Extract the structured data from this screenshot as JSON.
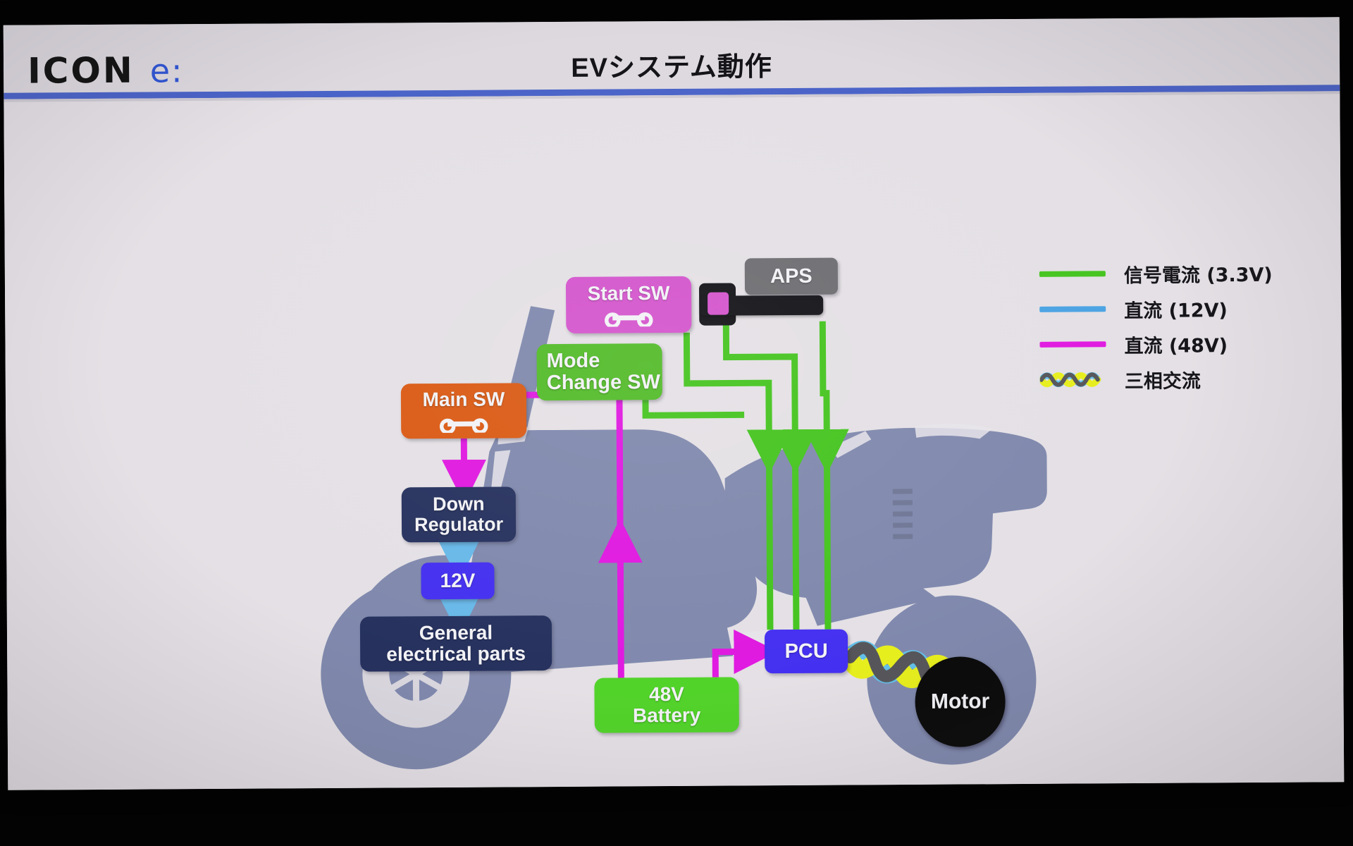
{
  "header": {
    "logo_primary": "ICON",
    "logo_secondary": "e:",
    "title": "EVシステム動作",
    "rule_color": "#4a63c8"
  },
  "legend": {
    "items": [
      {
        "label": "信号電流 (3.3V)",
        "color": "#45c41f",
        "style": "line",
        "name": "signal-current"
      },
      {
        "label": "直流 (12V)",
        "color": "#4ba3e3",
        "style": "line",
        "name": "dc-12v"
      },
      {
        "label": "直流 (48V)",
        "color": "#e019e0",
        "style": "line",
        "name": "dc-48v"
      },
      {
        "label": "三相交流",
        "color": "#e7ee1d",
        "style": "wave",
        "name": "three-phase-ac"
      }
    ]
  },
  "nodes": {
    "start_sw": {
      "label": "Start SW",
      "color": "#d455cd",
      "icon": "switch-icon"
    },
    "aps": {
      "label": "APS",
      "color": "#6e6e72"
    },
    "mode_sw": {
      "label": "Mode\nChange SW",
      "line1": "Mode",
      "line2": "Change SW",
      "color": "#52bb28"
    },
    "main_sw": {
      "label": "Main SW",
      "color": "#da5a14",
      "icon": "switch-icon"
    },
    "down_reg": {
      "line1": "Down",
      "line2": "Regulator",
      "color": "#26315e"
    },
    "twelve_v": {
      "label": "12V",
      "color": "#4430f0"
    },
    "general": {
      "line1": "General",
      "line2": "electrical parts",
      "color": "#26315e"
    },
    "battery": {
      "line1": "48V",
      "line2": "Battery",
      "color": "#52d32a"
    },
    "pcu": {
      "label": "PCU",
      "color": "#4430f0"
    },
    "motor": {
      "label": "Motor",
      "color": "#0b0b0b"
    },
    "throttle": {
      "label": "",
      "color": "#131318"
    }
  },
  "colors": {
    "slide_bg": "#e4e0e5",
    "header_bg": "#ddd9df",
    "scooter_body": "#8089ad",
    "signal_green": "#45c41f",
    "dc12_blue": "#68b8e8",
    "dc48_magenta": "#e019e0",
    "ac_yellow": "#e7ee1d",
    "ac_cyan": "#63bfe8",
    "ac_gray": "#56565a"
  }
}
